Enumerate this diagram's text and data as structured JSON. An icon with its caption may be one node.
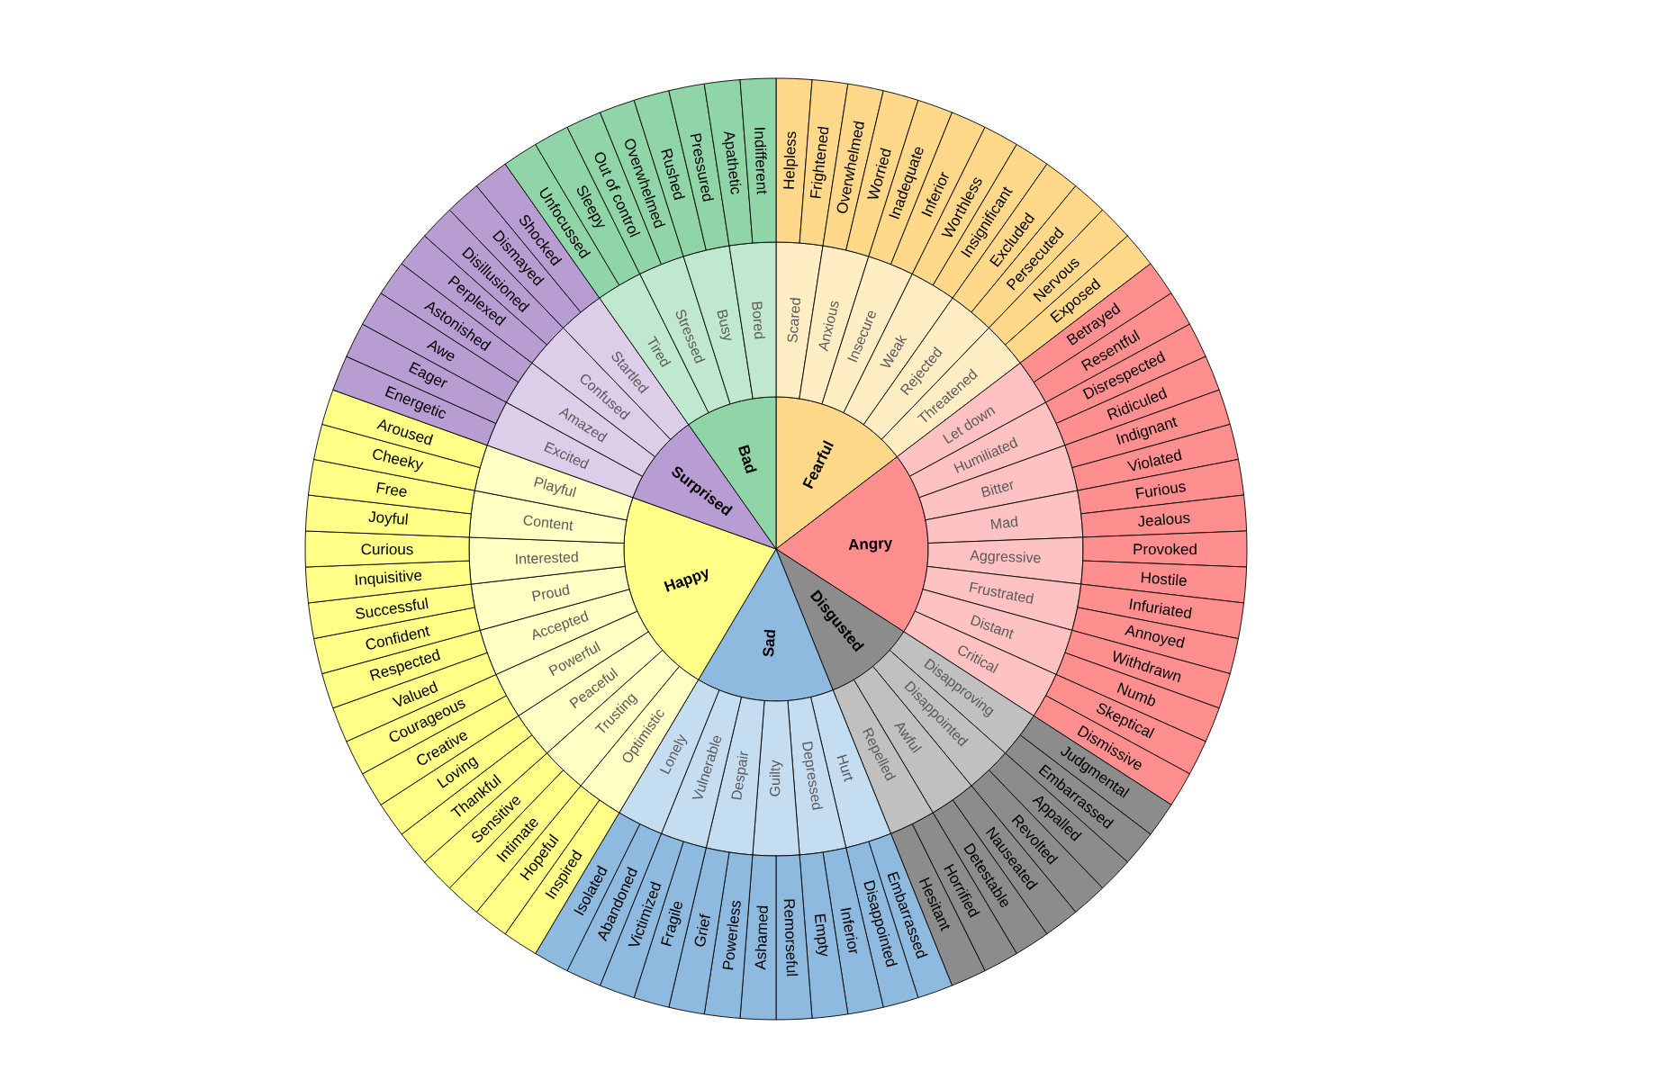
{
  "diagram": {
    "nodes": [
      {
        "text": [
          "Fearful"
        ]
      },
      {
        "text": [
          "Angry"
        ]
      },
      {
        "text": [
          "Disgusted"
        ]
      },
      {
        "text": [
          "Sad"
        ]
      },
      {
        "text": [
          "Happy"
        ]
      },
      {
        "text": [
          "Surprised"
        ]
      },
      {
        "text": [
          "Bad"
        ]
      },
      {
        "text": [
          "Scared"
        ]
      },
      {
        "text": [
          "Anxious"
        ]
      },
      {
        "text": [
          "Insecure"
        ]
      },
      {
        "text": [
          "Weak"
        ]
      },
      {
        "text": [
          "Rejected"
        ]
      },
      {
        "text": [
          "Threatened"
        ]
      },
      {
        "text": [
          "Let down"
        ]
      },
      {
        "text": [
          "Humiliated"
        ]
      },
      {
        "text": [
          "Bitter"
        ]
      },
      {
        "text": [
          "Mad"
        ]
      },
      {
        "text": [
          "Aggressive"
        ]
      },
      {
        "text": [
          "Frustrated"
        ]
      },
      {
        "text": [
          "Distant"
        ]
      },
      {
        "text": [
          "Critical"
        ]
      },
      {
        "text": [
          "Disapproving"
        ]
      },
      {
        "text": [
          "Disappointed"
        ]
      },
      {
        "text": [
          "Awful"
        ]
      },
      {
        "text": [
          "Repelled"
        ]
      },
      {
        "text": [
          "Hurt"
        ]
      },
      {
        "text": [
          "Depressed"
        ]
      },
      {
        "text": [
          "Guilty"
        ]
      },
      {
        "text": [
          "Despair"
        ]
      },
      {
        "text": [
          "Vulnerable"
        ]
      },
      {
        "text": [
          "Lonely"
        ]
      },
      {
        "text": [
          "Optimistic"
        ]
      },
      {
        "text": [
          "Trusting"
        ]
      },
      {
        "text": [
          "Peaceful"
        ]
      },
      {
        "text": [
          "Powerful"
        ]
      },
      {
        "text": [
          "Accepted"
        ]
      },
      {
        "text": [
          "Proud"
        ]
      },
      {
        "text": [
          "Interested"
        ]
      },
      {
        "text": [
          "Content"
        ]
      },
      {
        "text": [
          "Playful"
        ]
      },
      {
        "text": [
          "Excited"
        ]
      },
      {
        "text": [
          "Amazed"
        ]
      },
      {
        "text": [
          "Confused"
        ]
      },
      {
        "text": [
          "Startled"
        ]
      },
      {
        "text": [
          "Tired"
        ]
      },
      {
        "text": [
          "Stressed"
        ]
      },
      {
        "text": [
          "Busy"
        ]
      },
      {
        "text": [
          "Bored"
        ]
      },
      {
        "text": [
          "Helpless"
        ]
      },
      {
        "text": [
          "Frightened"
        ]
      },
      {
        "text": [
          "Overwhelmed"
        ]
      },
      {
        "text": [
          "Worried"
        ]
      },
      {
        "text": [
          "Inadequate"
        ]
      },
      {
        "text": [
          "Inferior"
        ]
      },
      {
        "text": [
          "Worthless"
        ]
      },
      {
        "text": [
          "Insignificant"
        ]
      },
      {
        "text": [
          "Excluded"
        ]
      },
      {
        "text": [
          "Persecuted"
        ]
      },
      {
        "text": [
          "Nervous"
        ]
      },
      {
        "text": [
          "Exposed"
        ]
      },
      {
        "text": [
          "Betrayed"
        ]
      },
      {
        "text": [
          "Resentful"
        ]
      },
      {
        "text": [
          "Disrespected"
        ]
      },
      {
        "text": [
          "Ridiculed"
        ]
      },
      {
        "text": [
          "Indignant"
        ]
      },
      {
        "text": [
          "Violated"
        ]
      },
      {
        "text": [
          "Furious"
        ]
      },
      {
        "text": [
          "Jealous"
        ]
      },
      {
        "text": [
          "Provoked"
        ]
      },
      {
        "text": [
          "Hostile"
        ]
      },
      {
        "text": [
          "Infuriated"
        ]
      },
      {
        "text": [
          "Annoyed"
        ]
      },
      {
        "text": [
          "Withdrawn"
        ]
      },
      {
        "text": [
          "Numb"
        ]
      },
      {
        "text": [
          "Skeptical"
        ]
      },
      {
        "text": [
          "Dismissive"
        ]
      },
      {
        "text": [
          "Judgmental"
        ]
      },
      {
        "text": [
          "Embarrassed"
        ]
      },
      {
        "text": [
          "Appalled"
        ]
      },
      {
        "text": [
          "Revolted"
        ]
      },
      {
        "text": [
          "Nauseated"
        ]
      },
      {
        "text": [
          "Detestable"
        ]
      },
      {
        "text": [
          "Horrified"
        ]
      },
      {
        "text": [
          "Hesitant"
        ]
      },
      {
        "text": [
          "Embarrassed"
        ]
      },
      {
        "text": [
          "Disappointed"
        ]
      },
      {
        "text": [
          "Inferior"
        ]
      },
      {
        "text": [
          "Empty"
        ]
      },
      {
        "text": [
          "Remorseful"
        ]
      },
      {
        "text": [
          "Ashamed"
        ]
      },
      {
        "text": [
          "Powerless"
        ]
      },
      {
        "text": [
          "Grief"
        ]
      },
      {
        "text": [
          "Fragile"
        ]
      },
      {
        "text": [
          "Victimized"
        ]
      },
      {
        "text": [
          "Abandoned"
        ]
      },
      {
        "text": [
          "Isolated"
        ]
      },
      {
        "text": [
          "Inspired"
        ]
      },
      {
        "text": [
          "Hopeful"
        ]
      },
      {
        "text": [
          "Intimate"
        ]
      },
      {
        "text": [
          "Sensitive"
        ]
      },
      {
        "text": [
          "Thankful"
        ]
      },
      {
        "text": [
          "Loving"
        ]
      },
      {
        "text": [
          "Creative"
        ]
      },
      {
        "text": [
          "Courageous"
        ]
      },
      {
        "text": [
          "Valued"
        ]
      },
      {
        "text": [
          "Respected"
        ]
      },
      {
        "text": [
          "Confident"
        ]
      },
      {
        "text": [
          "Successful"
        ]
      },
      {
        "text": [
          "Inquisitive"
        ]
      },
      {
        "text": [
          "Curious"
        ]
      },
      {
        "text": [
          "Joyful"
        ]
      },
      {
        "text": [
          "Free"
        ]
      },
      {
        "text": [
          "Cheeky"
        ]
      },
      {
        "text": [
          "Aroused"
        ]
      },
      {
        "text": [
          "Energetic"
        ]
      },
      {
        "text": [
          "Eager"
        ]
      },
      {
        "text": [
          "Awe"
        ]
      },
      {
        "text": [
          "Astonished"
        ]
      },
      {
        "text": [
          "Perplexed"
        ]
      },
      {
        "text": [
          "Disillusioned"
        ]
      },
      {
        "text": [
          "Dismayed"
        ]
      },
      {
        "text": [
          "Shocked"
        ]
      },
      {
        "text": [
          "Unfocussed"
        ]
      },
      {
        "text": [
          "Sleepy"
        ]
      },
      {
        "text": [
          "Out of control"
        ]
      },
      {
        "text": [
          "Overwhelmed"
        ]
      },
      {
        "text": [
          "Rushed"
        ]
      },
      {
        "text": [
          "Pressured"
        ]
      },
      {
        "text": [
          "Apathetic"
        ]
      },
      {
        "text": [
          "Indifferent"
        ]
      }
    ]
  }
}
